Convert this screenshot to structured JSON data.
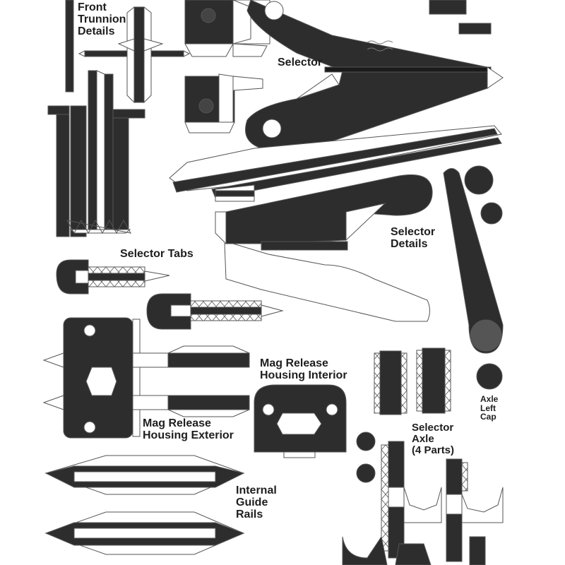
{
  "labels": {
    "front_trunnion": "Front\nTrunnion\nDetails",
    "selector": "Selector",
    "selector_details": "Selector\nDetails",
    "selector_tabs": "Selector Tabs",
    "mag_release_interior": "Mag Release\nHousing Interior",
    "mag_release_exterior": "Mag Release\nHousing Exterior",
    "internal_guide_rails": "Internal\nGuide\nRails",
    "selector_axle": "Selector\nAxle\n(4 Parts)",
    "axle_left_cap": "Axle\nLeft\nCap"
  },
  "colors": {
    "part_fill": "#2d2d2d",
    "tab_fill": "#ffffff",
    "outline": "#555555",
    "text": "#1e1e1e"
  }
}
